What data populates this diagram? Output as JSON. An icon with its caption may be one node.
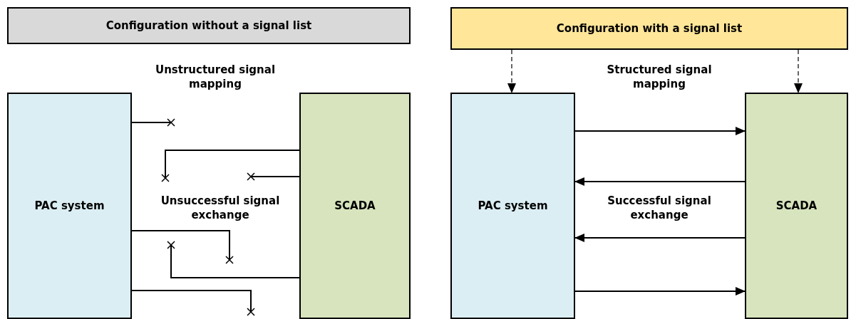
{
  "diagram": {
    "nodes": [
      {
        "text": [
          "Configuration without a signal list"
        ]
      },
      {
        "text": [
          "PAC system"
        ]
      },
      {
        "text": [
          "SCADA"
        ]
      },
      {
        "text": [
          "Configuration with a signal list"
        ]
      },
      {
        "text": [
          "PAC system"
        ]
      },
      {
        "text": [
          "SCADA"
        ]
      }
    ],
    "edges": [
      {
        "from": 1,
        "to": null,
        "arrow": "other"
      },
      {
        "from": 2,
        "to": null,
        "arrow": "other"
      },
      {
        "from": 2,
        "to": null,
        "arrow": "other"
      },
      {
        "from": 1,
        "to": null,
        "arrow": "other"
      },
      {
        "from": 2,
        "to": null,
        "arrow": "other"
      },
      {
        "from": 1,
        "to": null,
        "arrow": "other"
      },
      {
        "from": 3,
        "to": 4,
        "arrow": "to",
        "style": "dashed"
      },
      {
        "from": 3,
        "to": 5,
        "arrow": "to",
        "style": "dashed"
      },
      {
        "from": 4,
        "to": 5,
        "arrow": "to"
      },
      {
        "from": 5,
        "to": 4,
        "arrow": "to"
      },
      {
        "from": 5,
        "to": 4,
        "arrow": "to"
      },
      {
        "from": 4,
        "to": 5,
        "arrow": "to"
      }
    ],
    "labels": [
      "Unstructured signal mapping",
      "Unsuccessful signal exchange",
      "Structured signal mapping",
      "Successful signal exchange"
    ]
  }
}
